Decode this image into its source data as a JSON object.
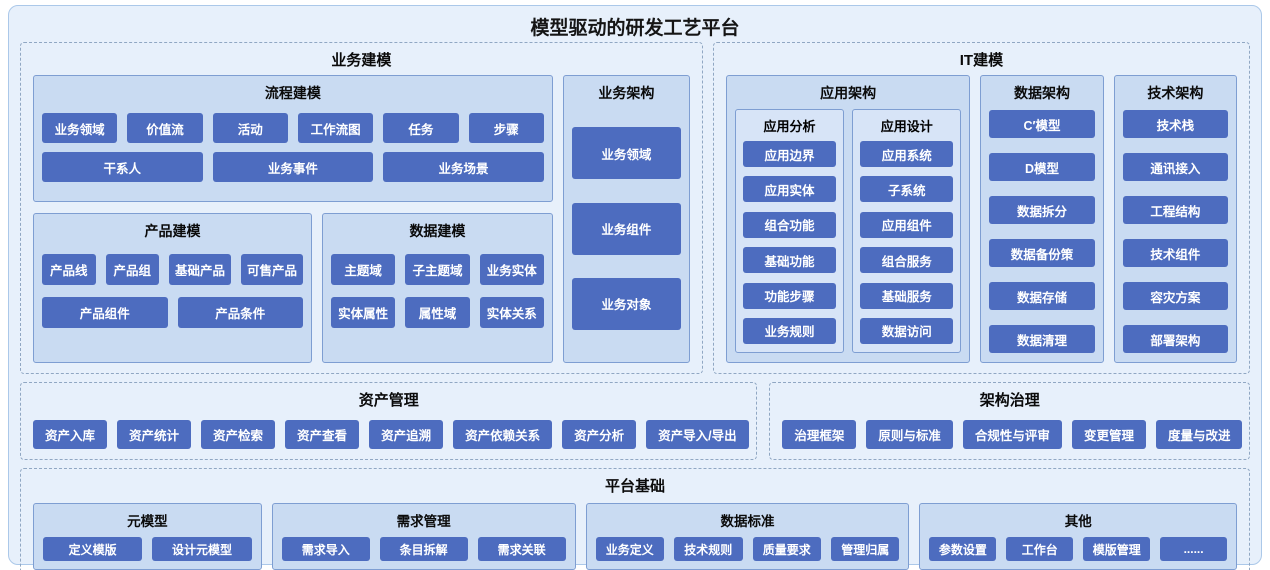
{
  "title": "模型驱动的研发工艺平台",
  "colors": {
    "tile_blue": "#4d6cbf",
    "panel_blue": "#c9dbf2",
    "panel_border": "#7e9ed2",
    "frame_blue": "#e7f0fb",
    "dashed_border": "#90a7c3"
  },
  "business_modeling": {
    "title": "业务建模",
    "process_modeling": {
      "title": "流程建模",
      "row1": [
        "业务领域",
        "价值流",
        "活动",
        "工作流图",
        "任务",
        "步骤"
      ],
      "row2": [
        "干系人",
        "业务事件",
        "业务场景"
      ]
    },
    "product_modeling": {
      "title": "产品建模",
      "row1": [
        "产品线",
        "产品组",
        "基础产品",
        "可售产品"
      ],
      "row2": [
        "产品组件",
        "产品条件"
      ]
    },
    "data_modeling": {
      "title": "数据建模",
      "row1": [
        "主题域",
        "子主题域",
        "业务实体"
      ],
      "row2": [
        "实体属性",
        "属性域",
        "实体关系"
      ]
    },
    "business_architecture": {
      "title": "业务架构",
      "items": [
        "业务领域",
        "业务组件",
        "业务对象"
      ]
    }
  },
  "it_modeling": {
    "title": "IT建模",
    "application_architecture": {
      "title": "应用架构",
      "application_analysis": {
        "title": "应用分析",
        "items": [
          "应用边界",
          "应用实体",
          "组合功能",
          "基础功能",
          "功能步骤",
          "业务规则"
        ]
      },
      "application_design": {
        "title": "应用设计",
        "items": [
          "应用系统",
          "子系统",
          "应用组件",
          "组合服务",
          "基础服务",
          "数据访问"
        ]
      }
    },
    "data_architecture": {
      "title": "数据架构",
      "items": [
        "C′模型",
        "D模型",
        "数据拆分",
        "数据备份策",
        "数据存储",
        "数据清理"
      ]
    },
    "technology_architecture": {
      "title": "技术架构",
      "items": [
        "技术栈",
        "通讯接入",
        "工程结构",
        "技术组件",
        "容灾方案",
        "部署架构"
      ]
    }
  },
  "asset_management": {
    "title": "资产管理",
    "items": [
      "资产入库",
      "资产统计",
      "资产检索",
      "资产查看",
      "资产追溯",
      "资产依赖关系",
      "资产分析",
      "资产导入/导出"
    ]
  },
  "architecture_governance": {
    "title": "架构治理",
    "items": [
      "治理框架",
      "原则与标准",
      "合规性与评审",
      "变更管理",
      "度量与改进"
    ]
  },
  "platform_foundation": {
    "title": "平台基础",
    "meta_model": {
      "title": "元模型",
      "items": [
        "定义模版",
        "设计元模型"
      ]
    },
    "requirement_management": {
      "title": "需求管理",
      "items": [
        "需求导入",
        "条目拆解",
        "需求关联"
      ]
    },
    "data_standard": {
      "title": "数据标准",
      "items": [
        "业务定义",
        "技术规则",
        "质量要求",
        "管理归属"
      ]
    },
    "others": {
      "title": "其他",
      "items": [
        "参数设置",
        "工作台",
        "模版管理",
        "......"
      ]
    }
  }
}
